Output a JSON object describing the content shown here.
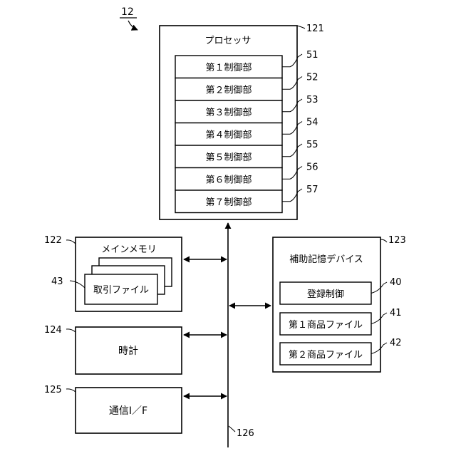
{
  "figure": {
    "ref": "12"
  },
  "processor": {
    "title": "プロセッサ",
    "ref": "121",
    "units": [
      {
        "label": "第１制御部",
        "ref": "51"
      },
      {
        "label": "第２制御部",
        "ref": "52"
      },
      {
        "label": "第３制御部",
        "ref": "53"
      },
      {
        "label": "第４制御部",
        "ref": "54"
      },
      {
        "label": "第５制御部",
        "ref": "55"
      },
      {
        "label": "第６制御部",
        "ref": "56"
      },
      {
        "label": "第７制御部",
        "ref": "57"
      }
    ]
  },
  "main_memory": {
    "title": "メインメモリ",
    "ref": "122",
    "file_label": "取引ファイル",
    "file_ref": "43"
  },
  "clock": {
    "title": "時計",
    "ref": "124"
  },
  "comm": {
    "title": "通信I／F",
    "ref": "125"
  },
  "storage": {
    "title": "補助記憶デバイス",
    "ref": "123",
    "items": [
      {
        "label": "登録制御",
        "ref": "40"
      },
      {
        "label": "第１商品ファイル",
        "ref": "41"
      },
      {
        "label": "第２商品ファイル",
        "ref": "42"
      }
    ]
  },
  "bus": {
    "ref": "126"
  }
}
